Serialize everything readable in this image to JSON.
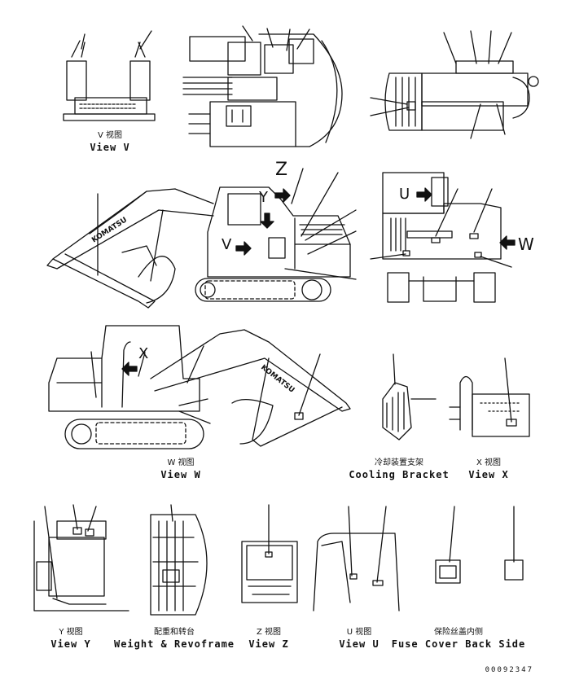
{
  "views": {
    "v": {
      "cn": "V 视图",
      "en": "View V"
    },
    "w": {
      "cn": "W 视图",
      "en": "View W"
    },
    "cooling": {
      "cn": "冷却装置支架",
      "en": "Cooling Bracket"
    },
    "x": {
      "cn": "X 视图",
      "en": "View X"
    },
    "y": {
      "cn": "Y 视图",
      "en": "View Y"
    },
    "weight": {
      "cn": "配重和转台",
      "en": "Weight & Revoframe"
    },
    "z": {
      "cn": "Z 视图",
      "en": "View Z"
    },
    "u": {
      "cn": "U 视图",
      "en": "View U"
    },
    "fuse": {
      "cn": "保险丝盖内侧",
      "en": "Fuse Cover Back Side"
    }
  },
  "markers": {
    "z": "Z",
    "y": "Y",
    "v": "V",
    "u": "U",
    "w": "W",
    "x": "X"
  },
  "brand": "KOMATSU",
  "doc_number": "00092347"
}
